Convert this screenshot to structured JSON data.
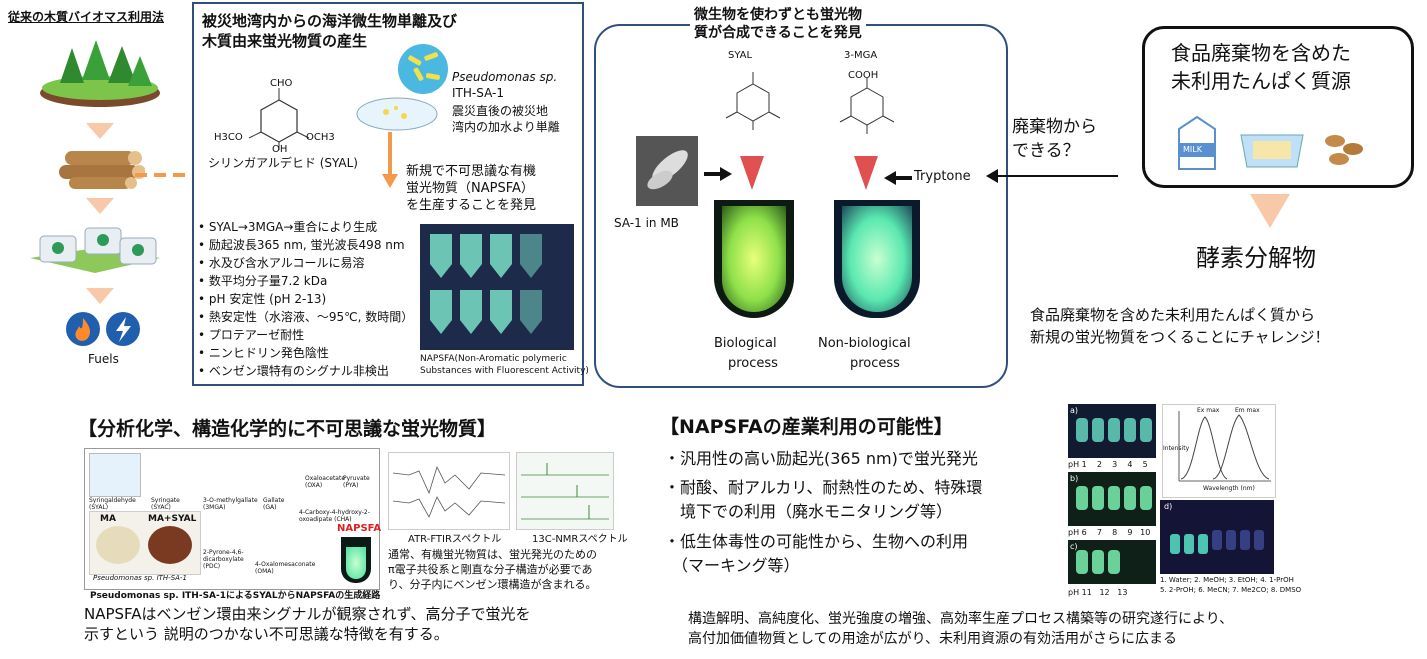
{
  "left": {
    "title": "従来の木質バイオマス利用法",
    "fuels": "Fuels"
  },
  "panel1": {
    "title_line1": "被災地湾内からの海洋微生物単離及び",
    "title_line2": "木質由来蛍光物質の産生",
    "cho": "CHO",
    "och3_left": "H3CO",
    "och3_right": "OCH3",
    "oh": "OH",
    "syal_name": "シリンガアルデヒド (SYAL)",
    "organism": "Pseudomonas sp.",
    "strain": "ITH-SA-1",
    "strain_note1": "震災直後の被災地",
    "strain_note2": "湾内の加水より単離",
    "discovery1": "新規で不可思議な有機",
    "discovery2": "蛍光物質（NAPSFA）",
    "discovery3": "を生産することを発見",
    "bullets": [
      "SYAL→3MGA→重合により生成",
      "励起波長365 nm, 蛍光波長498 nm",
      "水及び含水アルコールに易溶",
      "数平均分子量7.2 kDa",
      "pH 安定性 (pH 2-13)",
      "熱安定性（水溶液、～95℃, 数時間）",
      "プロテアーゼ耐性",
      "ニンヒドリン発色陰性",
      "ベンゼン環特有のシグナル非検出"
    ],
    "napsfa_caption1": "NAPSFA(Non-Aromatic polymeric",
    "napsfa_caption2": "Substances with Fluorescent Activity)"
  },
  "panel2": {
    "title_line1": "微生物を使わずとも蛍光物",
    "title_line2": "質が合成できることを発見",
    "syal": "SYAL",
    "mga": "3-MGA",
    "cooh": "COOH",
    "sa1": "SA-1 in MB",
    "tryptone": "Tryptone",
    "bio1": "Biological",
    "bio2": "process",
    "nonbio1": "Non-biological",
    "nonbio2": "process"
  },
  "middle": {
    "waste_q1": "廃棄物から",
    "waste_q2": "できる？"
  },
  "right": {
    "box_line1": "食品廃棄物を含めた",
    "box_line2": "未利用たんぱく質源",
    "milk": "MILK",
    "enzyme": "酵素分解物",
    "challenge1": "食品廃棄物を含めた未利用たんぱく質から",
    "challenge2": "新規の蛍光物質をつくることにチャレンジ！"
  },
  "bottom_left": {
    "heading": "【分析化学、構造化学的に不可思議な蛍光物質】",
    "pathway_caption": "Pseudomonas sp. ITH-SA-1によるSYALからNAPSFAの生成経路",
    "ma": "MA",
    "ma_syal": "MA+SYAL",
    "dish_caption": "Pseudomonas sp. ITH-SA-1",
    "napsfa_label": "NAPSFA",
    "ftir": "ATR-FTIRスペクトル",
    "nmr": "13C-NMRスペクトル",
    "note1": "通常、有機蛍光物質は、蛍光発光のための",
    "note2": "π電子共役系と剛直な分子構造が必要であ",
    "note3": "り、分子内にベンゼン環構造が含まれる。",
    "summary1": "NAPSFAはベンゼン環由来シグナルが観察されず、高分子で蛍光を",
    "summary2": "示すという 説明のつかない不可思議な特徴を有する。",
    "path_nodes": [
      "Syringaldehyde (SYAL)",
      "Syringate (SYAC)",
      "3-O-methylgallate (3MGA)",
      "Gallate (GA)",
      "Oxaloacetate (OXA)",
      "Pyruvate (PYA)",
      "4-Carboxy-4-hydroxy-2-oxoadipate (CHA)",
      "2-Pyrone-4,6-dicarboxylate (PDC)",
      "4-Oxalomesaconate (OMA)"
    ]
  },
  "bottom_mid": {
    "heading": "【NAPSFAの産業利用の可能性】",
    "items": [
      "・汎用性の高い励起光(365 nm)で蛍光発光",
      "・耐酸、耐アルカリ、耐熱性のため、特殊環",
      "　境下での利用（廃水モニタリング等）",
      "・低生体毒性の可能性から、生物への利用",
      "　（マーキング等）"
    ],
    "footer1": "構造解明、高純度化、蛍光強度の増強、高効率生産プロセス構築等の研究遂行により、",
    "footer2": "高付加価値物質としての用途が広がり、未利用資源の有効活用がさらに広まる"
  },
  "bottom_right": {
    "label_a": "a)",
    "label_b": "b)",
    "label_c": "c)",
    "label_d": "d)",
    "ph_a": "pH 1    2    3    4    5",
    "ph_b": "pH 6    7    8    9   10",
    "ph_c": "pH 11   12   13",
    "ex_max": "Ex max",
    "em_max": "Em max",
    "intensity": "Intensity",
    "wavelength": "Wavelength (nm)",
    "solvents1": "1. Water;  2. MeOH;  3. EtOH;  4. 1-PrOH",
    "solvents2": "5. 2-PrOH;  6. MeCN;  7. Me2CO;  8. DMSO"
  },
  "colors": {
    "panel_border": "#2f4f7f",
    "orange_arrow": "#f39a4a",
    "glow": "#8cff6a",
    "red_triangle": "#e05050"
  }
}
